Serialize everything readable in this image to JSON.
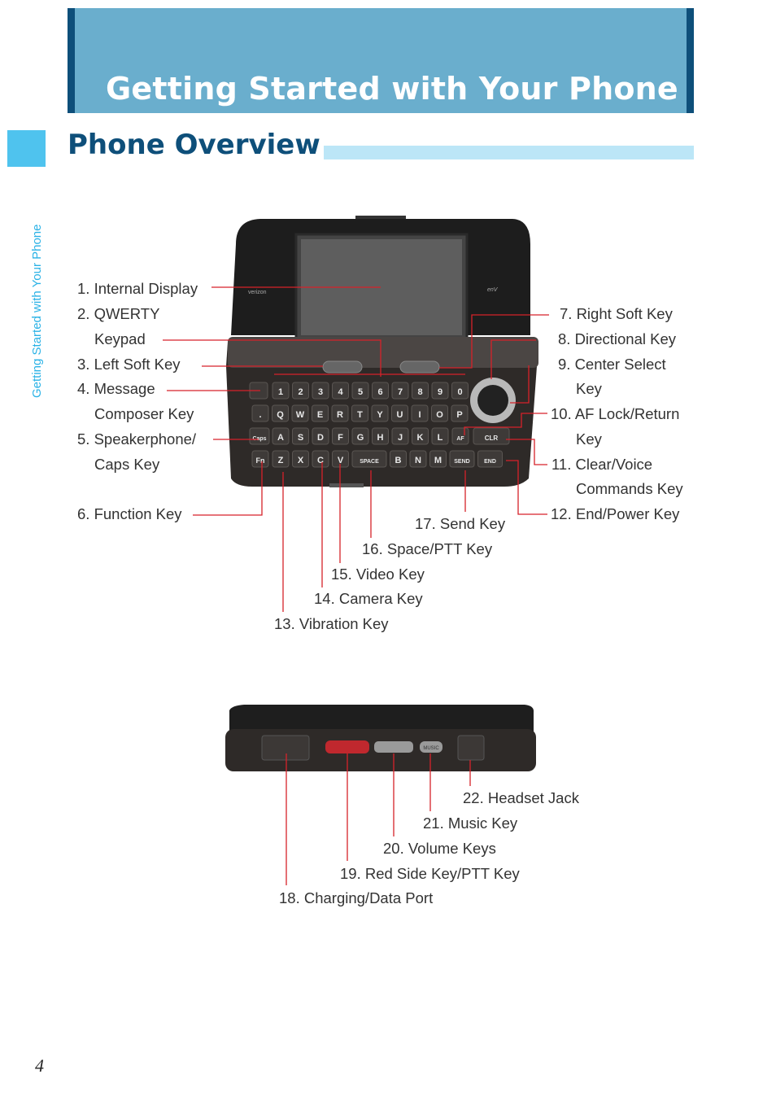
{
  "header": {
    "title": "Getting Started with Your Phone"
  },
  "sidebar": {
    "label": "Getting Started with Your Phone"
  },
  "section": {
    "title": "Phone Overview"
  },
  "labels": {
    "l1": "1. Internal Display",
    "l2a": "2. QWERTY",
    "l2b": "Keypad",
    "l3": "3. Left Soft Key",
    "l4a": "4. Message",
    "l4b": "Composer Key",
    "l5a": "5. Speakerphone/",
    "l5b": "Caps Key",
    "l6": "6. Function Key",
    "l7": "7. Right Soft Key",
    "l8": "8. Directional Key",
    "l9a": "9. Center Select",
    "l9b": "Key",
    "l10a": "10. AF Lock/Return",
    "l10b": "Key",
    "l11a": "11. Clear/Voice",
    "l11b": "Commands Key",
    "l12": "12. End/Power Key",
    "l13": "13. Vibration Key",
    "l14": "14. Camera Key",
    "l15": "15. Video Key",
    "l16": "16. Space/PTT Key",
    "l17": "17. Send Key",
    "l18": "18. Charging/Data Port",
    "l19": "19. Red Side Key/PTT Key",
    "l20": "20. Volume Keys",
    "l21": "21. Music Key",
    "l22": "22. Headset Jack"
  },
  "keypad": {
    "row1": [
      "1",
      "2",
      "3",
      "4",
      "5",
      "6",
      "7",
      "8",
      "9",
      "0"
    ],
    "row2": [
      ".",
      "Q",
      "W",
      "E",
      "R",
      "T",
      "Y",
      "U",
      "I",
      "O",
      "P"
    ],
    "row3": [
      "A",
      "S",
      "D",
      "F",
      "G",
      "H",
      "J",
      "K",
      "L"
    ],
    "row4": [
      "Z",
      "X",
      "C",
      "V",
      "SPACE",
      "B",
      "N",
      "M",
      "SEND",
      "END"
    ],
    "caps": "Caps",
    "fn": "Fn",
    "clr": "CLR",
    "af": "AF",
    "music": "MUSIC"
  },
  "page": {
    "number": "4"
  }
}
